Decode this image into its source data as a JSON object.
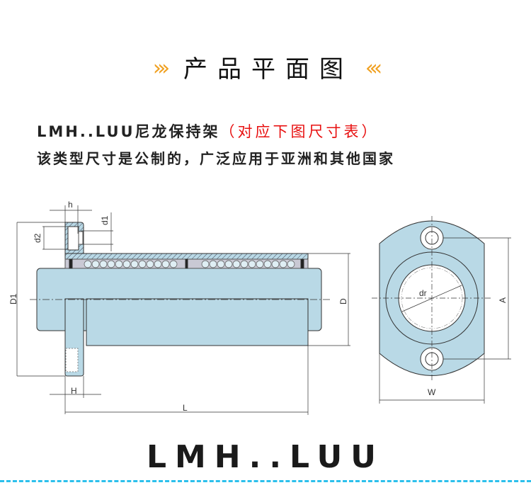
{
  "header": {
    "left_decoration": "»",
    "title": "产品平面图",
    "right_decoration": "«"
  },
  "description": {
    "line1_prefix": "LMH..LUU尼龙保持架",
    "line1_highlight": "（对应下图尺寸表）",
    "line2": "该类型尺寸是公制的，广泛应用于亚洲和其他国家"
  },
  "drawing": {
    "side_labels": {
      "h": "h",
      "d1": "d1",
      "d2": "d2",
      "D1": "D1",
      "D": "D",
      "H": "H",
      "L": "L"
    },
    "front_labels": {
      "dr": "dr",
      "A": "A",
      "W": "W"
    },
    "fill_color": "#b9d9e6",
    "line_color": "#333333"
  },
  "footer": {
    "model": "LMH..LUU",
    "divider_color": "#2cc0ec"
  }
}
